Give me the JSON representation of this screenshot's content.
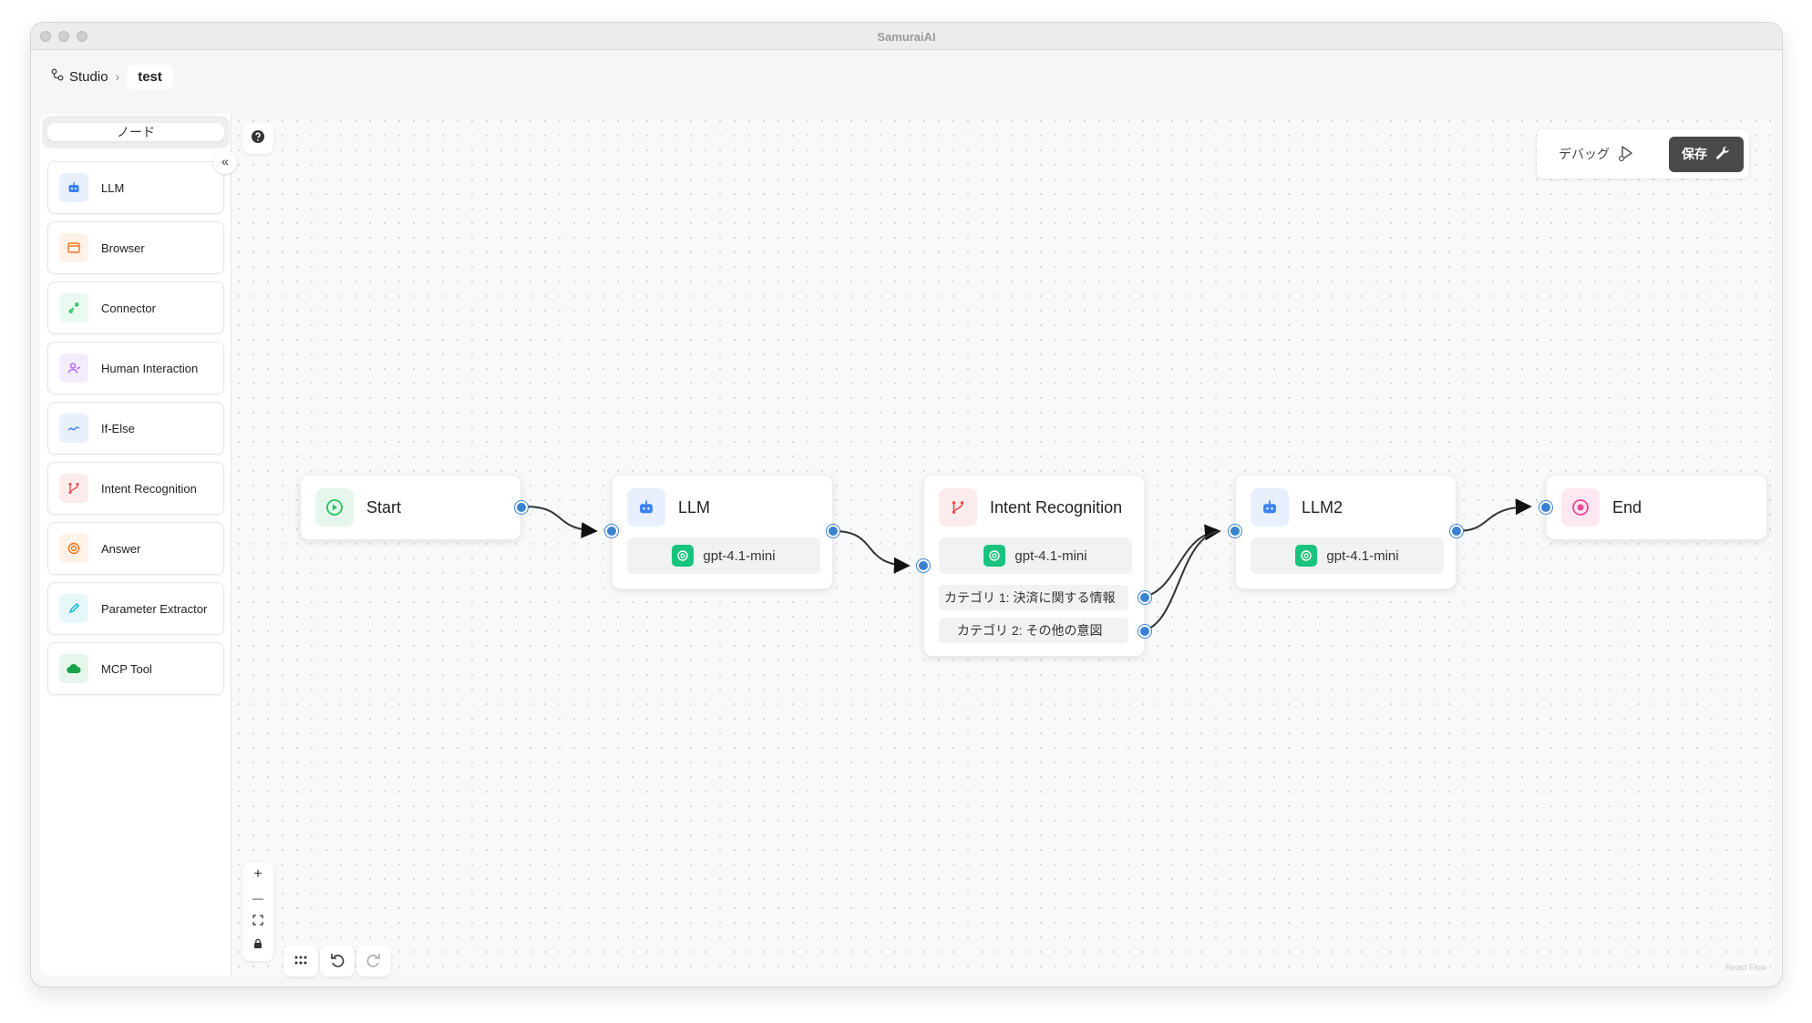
{
  "window": {
    "title": "SamuraiAI"
  },
  "breadcrumb": {
    "root": "Studio",
    "current": "test"
  },
  "sidebar": {
    "tab_label": "ノード",
    "collapse_label": "«",
    "items": [
      {
        "label": "LLM",
        "icon": "robot-icon",
        "color": "#3b82f6",
        "bg": "#e8f0fe"
      },
      {
        "label": "Browser",
        "icon": "browser-icon",
        "color": "#f97316",
        "bg": "#fff2e8"
      },
      {
        "label": "Connector",
        "icon": "plug-icon",
        "color": "#22c55e",
        "bg": "#eafaf0"
      },
      {
        "label": "Human Interaction",
        "icon": "user-icon",
        "color": "#a855f7",
        "bg": "#f5ecfe"
      },
      {
        "label": "If-Else",
        "icon": "branch-icon",
        "color": "#3b82f6",
        "bg": "#e8f0fe"
      },
      {
        "label": "Intent Recognition",
        "icon": "fork-icon",
        "color": "#ef4444",
        "bg": "#fdecec"
      },
      {
        "label": "Answer",
        "icon": "target-icon",
        "color": "#f97316",
        "bg": "#fff2e8"
      },
      {
        "label": "Parameter Extractor",
        "icon": "pencil-icon",
        "color": "#06b6d4",
        "bg": "#e7f8fb"
      },
      {
        "label": "MCP Tool",
        "icon": "cloud-icon",
        "color": "#16a34a",
        "bg": "#e7f6ec"
      }
    ]
  },
  "toolbar": {
    "debug_label": "デバッグ",
    "save_label": "保存"
  },
  "nodes": {
    "start": {
      "title": "Start"
    },
    "llm": {
      "title": "LLM",
      "model": "gpt-4.1-mini"
    },
    "intent": {
      "title": "Intent Recognition",
      "model": "gpt-4.1-mini",
      "categories": [
        "カテゴリ 1: 決済に関する情報",
        "カテゴリ 2: その他の意図"
      ]
    },
    "llm2": {
      "title": "LLM2",
      "model": "gpt-4.1-mini"
    },
    "end": {
      "title": "End"
    }
  },
  "controls": {
    "zoom_in": "+",
    "zoom_out": "—"
  },
  "attribution": "React Flow"
}
